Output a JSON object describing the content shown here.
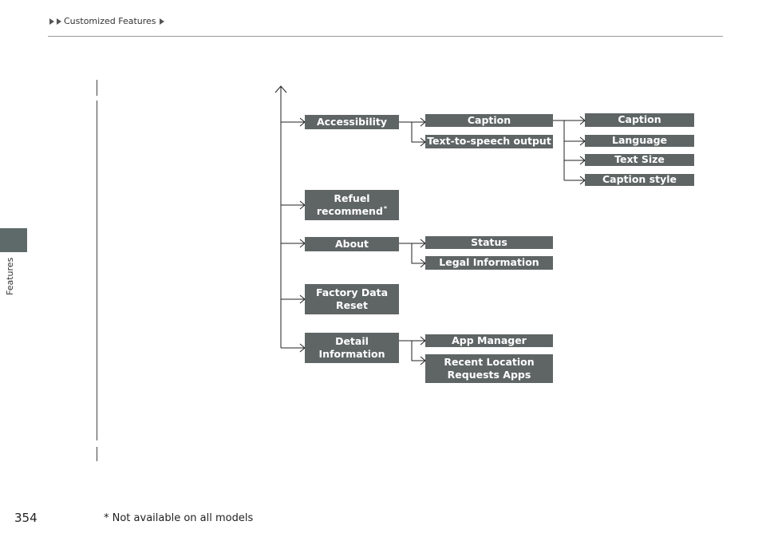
{
  "breadcrumb": {
    "label": "Customized Features"
  },
  "side_tab": {
    "label": "Features"
  },
  "tree": {
    "accessibility": "Accessibility",
    "caption": "Caption",
    "tts": "Text-to-speech output",
    "cap_caption": "Caption",
    "cap_language": "Language",
    "cap_textsize": "Text Size",
    "cap_style": "Caption style",
    "refuel_line1": "Refuel",
    "refuel_line2": "recommend",
    "refuel_mark": "*",
    "about": "About",
    "status": "Status",
    "legal": "Legal Information",
    "factory_line1": "Factory Data",
    "factory_line2": "Reset",
    "detail_line1": "Detail",
    "detail_line2": "Information",
    "app_manager": "App Manager",
    "recent_line1": "Recent Location",
    "recent_line2": "Requests Apps"
  },
  "page_number": "354",
  "footnote": "* Not available on all models",
  "colors": {
    "box_fill": "#5f6565",
    "box_text": "#ffffff",
    "tab_fill": "#5e6a6a"
  }
}
